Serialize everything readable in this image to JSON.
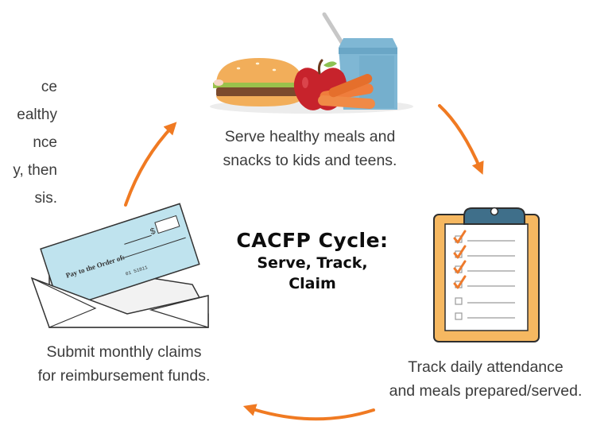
{
  "intro_fragment": [
    "ce",
    "ealthy",
    "nce",
    "y, then",
    "sis."
  ],
  "center_title": {
    "line1": "CACFP Cycle:",
    "line2": "Serve, Track,",
    "line3": "Claim"
  },
  "steps": {
    "serve": {
      "line1": "Serve healthy meals and",
      "line2": "snacks to kids and teens."
    },
    "track": {
      "line1": "Track daily attendance",
      "line2": "and meals prepared/served."
    },
    "claim": {
      "line1": "Submit monthly claims",
      "line2": "for reimbursement funds."
    }
  },
  "check_text": {
    "pay_to": "Pay to the Order of:",
    "dollar": "$",
    "routing": "01 51811"
  },
  "colors": {
    "arrow": "#f07a22",
    "check": "#bfe3ee",
    "clipboard": "#f6b861",
    "clip": "#3f6f8a",
    "checkmark": "#ee7a2c",
    "milk": "#7fb7d4",
    "apple": "#c7232c",
    "carrot": "#ef7d3c",
    "bun": "#f2ae5a"
  }
}
